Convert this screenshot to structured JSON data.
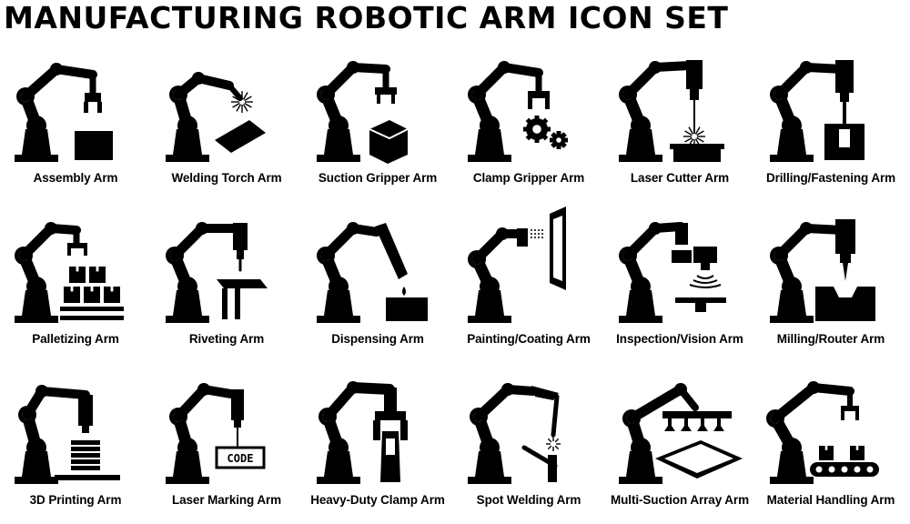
{
  "title": "MANUFACTURING ROBOTIC ARM ICON SET",
  "icons": [
    {
      "label": "Assembly Arm",
      "icon": "assembly-arm-icon"
    },
    {
      "label": "Welding Torch Arm",
      "icon": "welding-torch-arm-icon"
    },
    {
      "label": "Suction Gripper Arm",
      "icon": "suction-gripper-arm-icon"
    },
    {
      "label": "Clamp Gripper Arm",
      "icon": "clamp-gripper-arm-icon"
    },
    {
      "label": "Laser Cutter Arm",
      "icon": "laser-cutter-arm-icon"
    },
    {
      "label": "Drilling/Fastening Arm",
      "icon": "drilling-fastening-arm-icon"
    },
    {
      "label": "Palletizing Arm",
      "icon": "palletizing-arm-icon"
    },
    {
      "label": "Riveting Arm",
      "icon": "riveting-arm-icon"
    },
    {
      "label": "Dispensing Arm",
      "icon": "dispensing-arm-icon"
    },
    {
      "label": "Painting/Coating Arm",
      "icon": "painting-coating-arm-icon"
    },
    {
      "label": "Inspection/Vision Arm",
      "icon": "inspection-vision-arm-icon"
    },
    {
      "label": "Milling/Router Arm",
      "icon": "milling-router-arm-icon"
    },
    {
      "label": "3D Printing Arm",
      "icon": "3d-printing-arm-icon"
    },
    {
      "label": "Laser Marking Arm",
      "icon": "laser-marking-arm-icon"
    },
    {
      "label": "Heavy-Duty Clamp Arm",
      "icon": "heavy-duty-clamp-arm-icon"
    },
    {
      "label": "Spot Welding Arm",
      "icon": "spot-welding-arm-icon"
    },
    {
      "label": "Multi-Suction Array Arm",
      "icon": "multi-suction-array-arm-icon"
    },
    {
      "label": "Material Handling Arm",
      "icon": "material-handling-arm-icon"
    }
  ],
  "laser_marking_text": "CODE",
  "colors": {
    "ink": "#000000",
    "background": "#ffffff"
  }
}
